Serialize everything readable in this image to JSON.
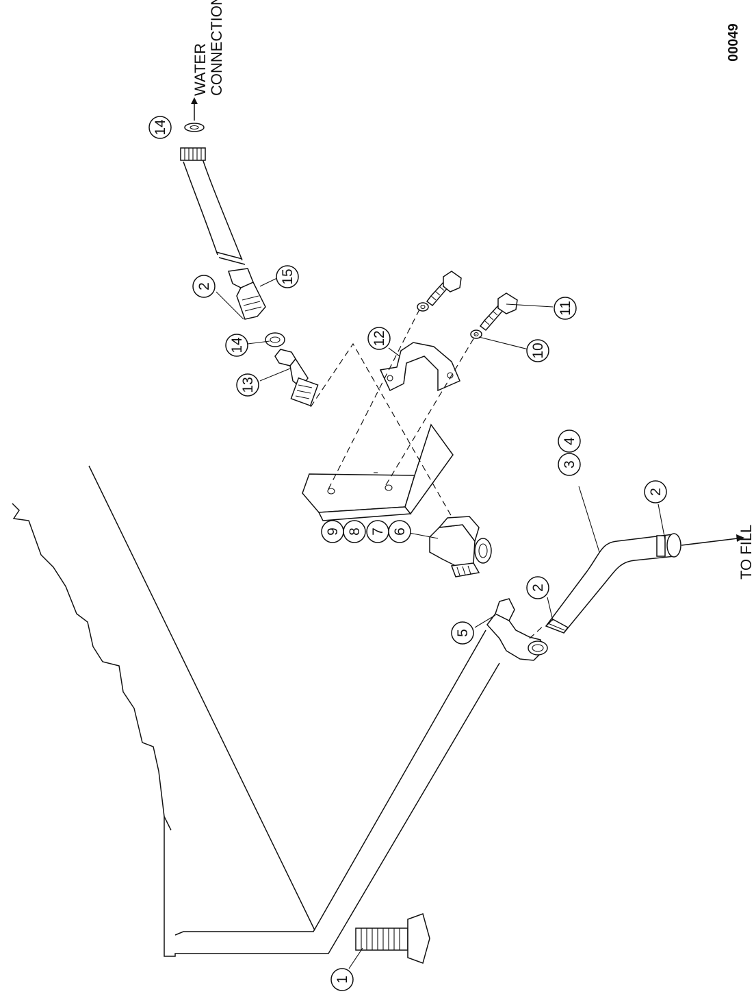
{
  "drawing_id": "00049",
  "labels": {
    "water_line1": "WATER",
    "water_line2": "CONNECTION",
    "to_fill": "TO FILL"
  },
  "callouts": [
    "1",
    "2",
    "2",
    "2",
    "3",
    "4",
    "5",
    "6",
    "7",
    "8",
    "9",
    "10",
    "11",
    "12",
    "13",
    "14",
    "14",
    "15"
  ]
}
